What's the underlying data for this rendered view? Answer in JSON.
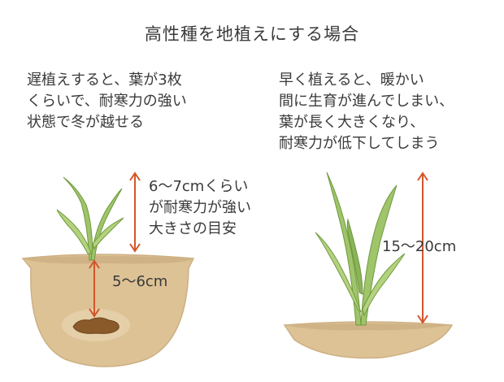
{
  "title": "高性種を地植えにする場合",
  "left": {
    "caption": "遅植えすると、葉が3枚\nくらいで、耐寒力の強い\n状態で冬が越せる",
    "size_label": "6～7cmくらい\nが耐寒力が強い\n大きさの目安",
    "depth_label": "5～6cm"
  },
  "right": {
    "caption": "早く植えると、暖かい\n間に生育が進んでしまい、\n葉が長く大きくなり、\n耐寒力が低下してしまう",
    "height_label": "15～20cm"
  },
  "colors": {
    "soil": "#dcc295",
    "soil_dark": "#c9a979",
    "bulb": "#8a5a2b",
    "leaf": "#9fc46a",
    "leaf_dark": "#6f9a3e",
    "arrow": "#d2552b"
  }
}
